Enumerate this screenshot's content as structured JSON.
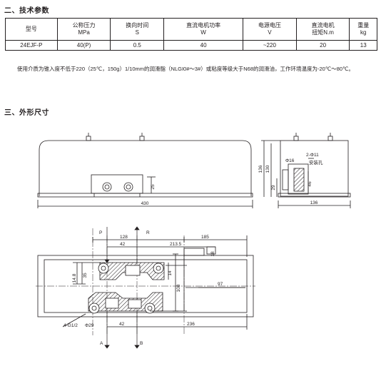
{
  "sections": {
    "tech_title": "二、技术参数",
    "dims_title": "三、外形尺寸"
  },
  "table": {
    "headers": [
      {
        "line1": "型号",
        "line2": ""
      },
      {
        "line1": "公称压力",
        "line2": "MPa"
      },
      {
        "line1": "换向时间",
        "line2": "S"
      },
      {
        "line1": "直流电机功率",
        "line2": "W"
      },
      {
        "line1": "电源电压",
        "line2": "V"
      },
      {
        "line1": "直流电机",
        "line2": "扭矩N.m"
      },
      {
        "line1": "重量",
        "line2": "kg"
      }
    ],
    "row": [
      "24EJF-P",
      "40(P)",
      "0.5",
      "40",
      "~220",
      "20",
      "13"
    ]
  },
  "note": "使用介质为锥入度不低于220（25℃，150g）1/10mm的润滑脂（NLGI0#～3#）或粘度等级大于N68的润滑油，工作环境温度为-20℃～80℃。",
  "drawing": {
    "front_width": "430",
    "front_height": "25",
    "side_width": "136",
    "side_height_outer": "136",
    "side_height_inner": "130",
    "side_offset": "29",
    "side_port_height": "46",
    "side_port_dia": "Φ16",
    "mount_holes": "2-Φ11",
    "mount_label": "安装孔",
    "port_p": "P",
    "port_r": "R",
    "port_a": "A",
    "port_b": "B",
    "dim_128": "128",
    "dim_185": "185",
    "dim_42_top": "42",
    "dim_213": "213.5",
    "dim_18": "18",
    "dim_148": "14.8",
    "dim_35": "35",
    "dim_14": "14",
    "dim_108": "108",
    "dim_97": "97",
    "thread": "4-G1/2",
    "thread_dia": "Φ29",
    "dim_42_bottom": "42",
    "dim_236": "236"
  }
}
